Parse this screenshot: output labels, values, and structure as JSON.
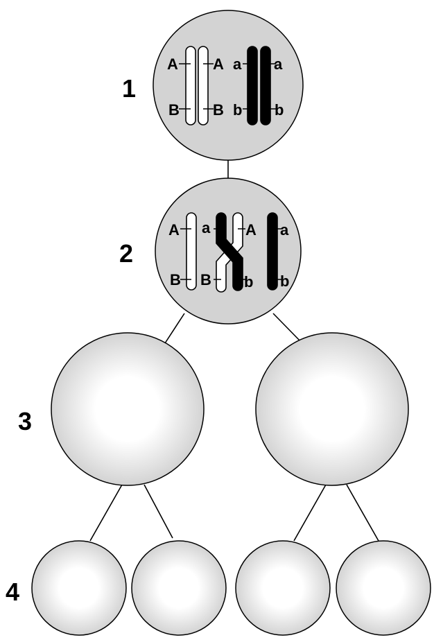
{
  "stages": [
    {
      "label": "1"
    },
    {
      "label": "2"
    },
    {
      "label": "3"
    },
    {
      "label": "4"
    }
  ],
  "alleles": {
    "upper_dominant": "A",
    "upper_recessive": "a",
    "lower_dominant": "B",
    "lower_recessive": "b"
  },
  "colors": {
    "cell_fill": "#d3d3d3",
    "cell_center": "#ffffff",
    "stroke": "#000000",
    "maternal_chromatid": "#ffffff",
    "paternal_chromatid": "#000000"
  }
}
